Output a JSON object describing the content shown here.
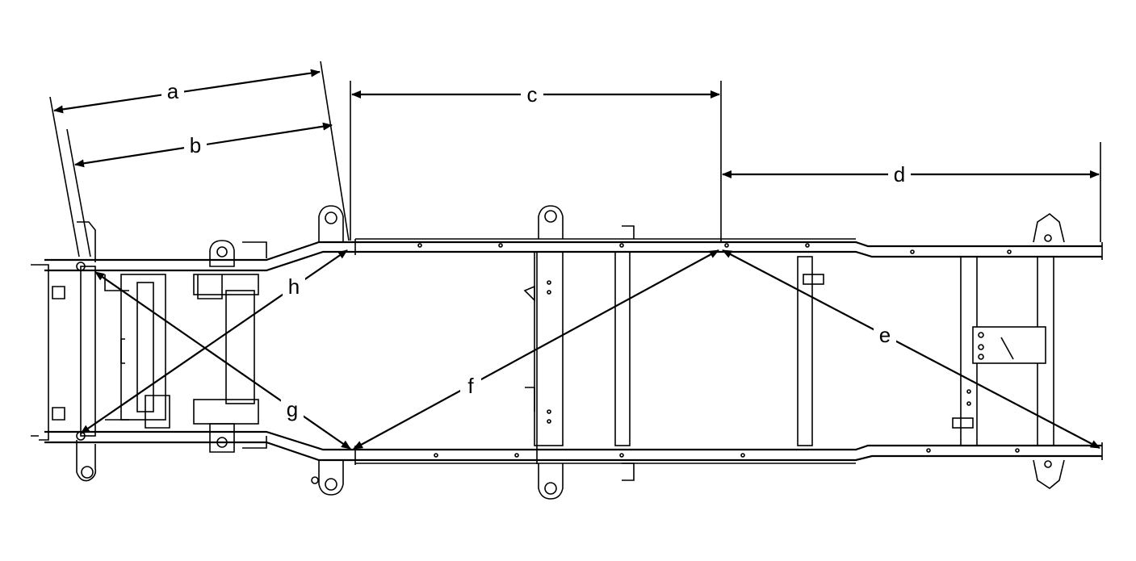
{
  "diagram": {
    "labels": {
      "a": "a",
      "b": "b",
      "c": "c",
      "d": "d",
      "e": "e",
      "f": "f",
      "g": "g",
      "h": "h"
    }
  }
}
